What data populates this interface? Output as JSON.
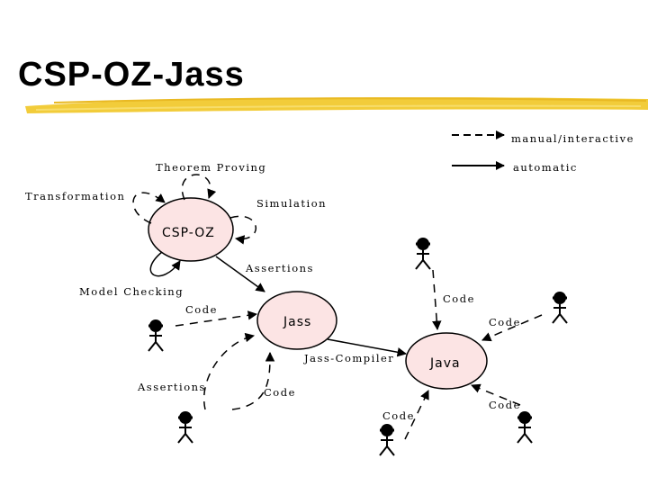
{
  "slide": {
    "title": "CSP-OZ-Jass"
  },
  "legend": {
    "manual": "manual/interactive",
    "automatic": "automatic"
  },
  "nodes": {
    "cspoz": "CSP-OZ",
    "jass": "Jass",
    "java": "Java"
  },
  "labels": {
    "theorem_proving": "Theorem Proving",
    "transformation": "Transformation",
    "simulation": "Simulation",
    "assertions_top": "Assertions",
    "model_checking": "Model Checking",
    "code_left": "Code",
    "code_jass_java": "Code",
    "code_right": "Code",
    "jass_compiler": "Jass-Compiler",
    "assertions_bottom": "Assertions",
    "code_bottom_mid": "Code",
    "code_bottom_java": "Code",
    "code_bottom_right": "Code"
  },
  "colors": {
    "node_fill": "#fce4e4",
    "highlight": "#f2cc3a"
  }
}
